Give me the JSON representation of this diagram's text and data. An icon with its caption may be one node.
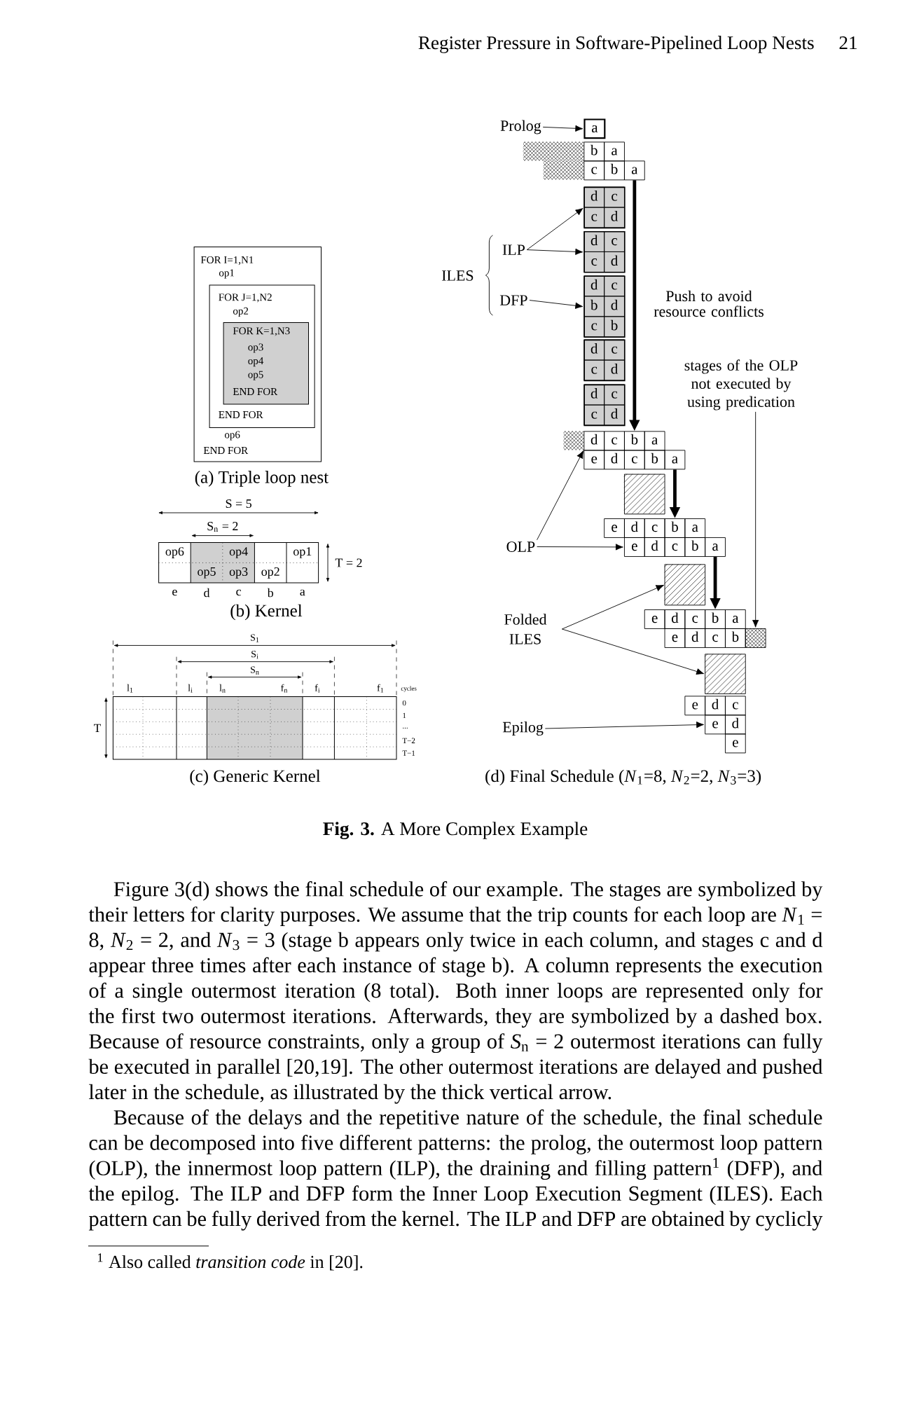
{
  "diagram": {
    "caption": "**Fig. 3.** A More Complex Example",
    "nodes": [
      {
        "text": [
          "FOR I=1,N1",
          "op1",
          "op6",
          "END FOR"
        ]
      },
      {
        "text": [
          "FOR J=1,N2",
          "op2",
          "END FOR"
        ],
        "in": 0
      },
      {
        "text": [
          "FOR K=1,N3",
          "op3",
          "op4",
          "op5",
          "END FOR"
        ],
        "in": 1
      },
      {
        "text": [
          "Prolog"
        ]
      },
      {
        "text": [
          "a"
        ]
      },
      {
        "text": [],
        "shape": "box"
      },
      {
        "text": [
          "b"
        ]
      },
      {
        "text": [
          "a"
        ]
      },
      {
        "text": [],
        "shape": "box"
      },
      {
        "text": [
          "c"
        ]
      },
      {
        "text": [
          "b"
        ]
      },
      {
        "text": [
          "a"
        ]
      },
      {
        "text": [],
        "shape": "box"
      },
      {
        "text": [
          "d"
        ],
        "in": 12
      },
      {
        "text": [
          "c"
        ],
        "in": 12
      },
      {
        "text": [
          "c"
        ],
        "in": 12
      },
      {
        "text": [
          "d"
        ],
        "in": 12
      },
      {
        "text": [
          "ILP"
        ]
      },
      {
        "text": [],
        "shape": "box"
      },
      {
        "text": [
          "d"
        ],
        "in": 18
      },
      {
        "text": [
          "c"
        ],
        "in": 18
      },
      {
        "text": [
          "c"
        ],
        "in": 18
      },
      {
        "text": [
          "d"
        ],
        "in": 18
      },
      {
        "text": [
          "DFP"
        ]
      },
      {
        "text": [],
        "shape": "box"
      },
      {
        "text": [
          "d"
        ],
        "in": 24
      },
      {
        "text": [
          "c"
        ],
        "in": 24
      },
      {
        "text": [
          "b"
        ],
        "in": 24
      },
      {
        "text": [
          "d"
        ],
        "in": 24
      },
      {
        "text": [
          "c"
        ],
        "in": 24
      },
      {
        "text": [
          "b"
        ],
        "in": 24
      },
      {
        "text": [],
        "shape": "box"
      },
      {
        "text": [
          "d"
        ],
        "in": 31
      },
      {
        "text": [
          "c"
        ],
        "in": 31
      },
      {
        "text": [
          "c"
        ],
        "in": 31
      },
      {
        "text": [
          "d"
        ],
        "in": 31
      },
      {
        "text": [],
        "shape": "box"
      },
      {
        "text": [
          "d"
        ],
        "in": 36
      },
      {
        "text": [
          "c"
        ],
        "in": 36
      },
      {
        "text": [
          "c"
        ],
        "in": 36
      },
      {
        "text": [
          "d"
        ],
        "in": 36
      },
      {
        "text": [
          "stages of the OLP not executed by using predication"
        ]
      },
      {
        "text": [],
        "shape": "box"
      },
      {
        "text": [
          "d"
        ]
      },
      {
        "text": [
          "c"
        ]
      },
      {
        "text": [
          "b"
        ]
      },
      {
        "text": [
          "a"
        ]
      },
      {
        "text": [
          "e"
        ]
      },
      {
        "text": [
          "d"
        ]
      },
      {
        "text": [
          "c"
        ]
      },
      {
        "text": [
          "b"
        ]
      },
      {
        "text": [
          "a"
        ]
      },
      {
        "text": [],
        "shape": "box"
      },
      {
        "text": [
          "OLP"
        ]
      },
      {
        "text": [
          "e"
        ]
      },
      {
        "text": [
          "d"
        ]
      },
      {
        "text": [
          "c"
        ]
      },
      {
        "text": [
          "b"
        ]
      },
      {
        "text": [
          "a"
        ]
      },
      {
        "text": [
          "e"
        ]
      },
      {
        "text": [
          "d"
        ]
      },
      {
        "text": [
          "c"
        ]
      },
      {
        "text": [
          "b"
        ]
      },
      {
        "text": [
          "a"
        ]
      },
      {
        "text": [],
        "shape": "box"
      },
      {
        "text": [
          "Folded ILES"
        ]
      },
      {
        "text": [
          "e"
        ]
      },
      {
        "text": [
          "d"
        ]
      },
      {
        "text": [
          "c"
        ]
      },
      {
        "text": [
          "b"
        ]
      },
      {
        "text": [
          "a"
        ]
      },
      {
        "text": [
          "e"
        ]
      },
      {
        "text": [
          "d"
        ]
      },
      {
        "text": [
          "c"
        ]
      },
      {
        "text": [
          "b"
        ]
      },
      {
        "text": [],
        "shape": "box"
      },
      {
        "text": [],
        "shape": "box"
      },
      {
        "text": [
          "Epilog"
        ]
      },
      {
        "text": [
          "e"
        ]
      },
      {
        "text": [
          "d"
        ]
      },
      {
        "text": [
          "c"
        ]
      },
      {
        "text": [
          "e"
        ]
      },
      {
        "text": [
          "d"
        ]
      },
      {
        "text": [
          "e"
        ]
      }
    ],
    "edges": [
      {
        "from": 3,
        "to": 4,
        "arrow": "to"
      },
      {
        "from": 17,
        "to": 12,
        "arrow": "to"
      },
      {
        "from": 17,
        "to": 18,
        "arrow": "to"
      },
      {
        "from": 23,
        "to": 24,
        "arrow": "to"
      },
      {
        "from": 11,
        "to": 45,
        "arrow": "to",
        "style": "thick"
      },
      {
        "from": 41,
        "to": 75,
        "arrow": "to"
      },
      {
        "from": 53,
        "to": 47,
        "arrow": "to"
      },
      {
        "from": 51,
        "to": 57,
        "arrow": "to",
        "style": "thick"
      },
      {
        "from": 53,
        "to": 59,
        "arrow": "to"
      },
      {
        "from": 63,
        "to": 69,
        "arrow": "to",
        "style": "thick"
      },
      {
        "from": 65,
        "to": 64,
        "arrow": "to"
      },
      {
        "from": 65,
        "to": 76,
        "arrow": "to"
      },
      {
        "from": 77,
        "to": 81,
        "arrow": "to"
      }
    ],
    "labels": [
      "Register Pressure in Software-Pipelined Loop Nests",
      "21",
      "(a) Triple loop nest",
      "S = 5",
      "S$_{n}$ = 2",
      "op6",
      "op4",
      "op1",
      "T = 2",
      "op5",
      "op3",
      "op2",
      "e",
      "d",
      "c",
      "b",
      "a",
      "(b) Kernel",
      "S$_{1}$",
      "S$_{i}$",
      "S$_{n}$",
      "l$_{1}$",
      "l$_{i}$",
      "l$_{n}$",
      "f$_{n}$",
      "f$_{i}$",
      "f$_{1}$",
      "cycles",
      "0",
      "1",
      "...",
      "T−2",
      "T−1",
      "T",
      "(c) Generic Kernel",
      "ILES",
      "Push to avoid resource conflicts",
      "(d) Final Schedule (*N*$_{1}$=8, *N*$_{2}$=2, *N*$_{3}$=3)",
      "Figure 3(d) shows the final schedule of our example. The stages are symbolized by their letters for clarity purposes. We assume that the trip counts for each loop are *N*$_{1}$ = 8, *N*$_{2}$ = 2, and *N*$_{3}$ = 3 (stage b appears only twice in each column, and stages c and d appear three times after each instance of stage b). A column represents the execution of a single outermost iteration (8 total). Both inner loops are represented only for the first two outermost iterations. Afterwards, they are symbolized by a dashed box. Because of resource constraints, only a group of *S*$_{n}$ = 2 outermost iterations can fully be executed in parallel [20,19]. The other outermost iterations are delayed and pushed later in the schedule, as illustrated by the thick vertical arrow.",
      "Because of the delays and the repetitive nature of the schedule, the final schedule can be decomposed into five different patterns: the prolog, the outermost loop pattern (OLP), the innermost loop pattern (ILP), the draining and filling pattern$^{1}$ (DFP), and the epilog. The ILP and DFP form the Inner Loop Execution Segment (ILES). Each pattern can be fully derived from the kernel. The ILP and DFP are obtained by cyclicly",
      "$^{1}$ Also called *transition code* in [20]."
    ]
  }
}
